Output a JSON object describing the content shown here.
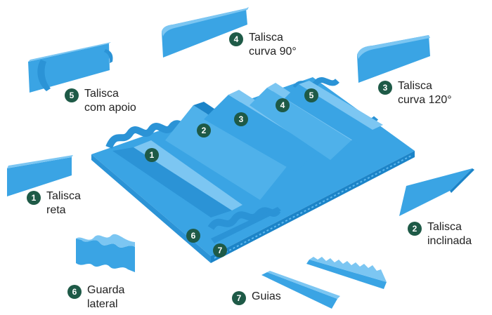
{
  "colors": {
    "part_blue": "#3aa4e4",
    "part_shadow": "#1c84c8",
    "part_light": "#7cc6f2",
    "badge": "#1e5a47"
  },
  "callouts": [
    {
      "number": "1",
      "line1": "Talisca",
      "line2": "reta"
    },
    {
      "number": "2",
      "line1": "Talisca",
      "line2": "inclinada"
    },
    {
      "number": "3",
      "line1": "Talisca",
      "line2": "curva 120°"
    },
    {
      "number": "4",
      "line1": "Talisca",
      "line2": "curva 90°"
    },
    {
      "number": "5",
      "line1": "Talisca",
      "line2": "com apoio"
    },
    {
      "number": "6",
      "line1": "Guarda",
      "line2": "lateral"
    },
    {
      "number": "7",
      "line1": "Guias",
      "line2": ""
    }
  ],
  "mat_markers": [
    "1",
    "2",
    "3",
    "4",
    "5",
    "6",
    "7"
  ]
}
